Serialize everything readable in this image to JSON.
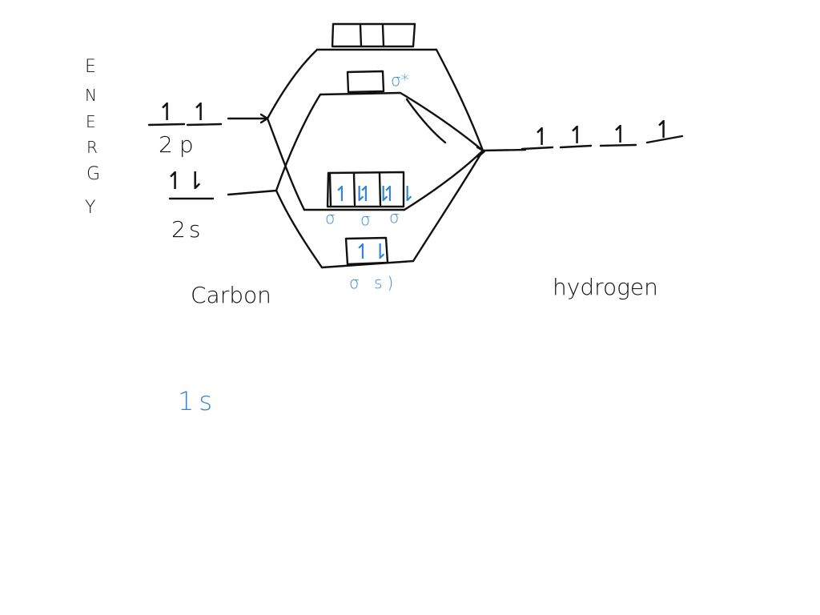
{
  "energy_label": [
    "E",
    "N",
    "E",
    "R",
    "G",
    "Y"
  ],
  "carbon": {
    "label": "Carbon",
    "orbital_2p": {
      "label": "2p",
      "electrons": [
        "↿",
        "↿"
      ]
    },
    "orbital_2s": {
      "label": "2s",
      "electrons": "↿⇂"
    }
  },
  "hydrogen": {
    "label": "hydrogen",
    "electrons": [
      "↿",
      "↿",
      "↿",
      "↿"
    ]
  },
  "molecular_orbitals": {
    "sigma_star_label": "σ*",
    "sigma_p": {
      "electrons": [
        "↿⇂",
        "↿⇂",
        "↿⇂"
      ],
      "labels": [
        "σ",
        "σ",
        "σ"
      ]
    },
    "sigma_s": {
      "electrons": "↿⇂",
      "label": "σ s)"
    }
  },
  "extra_note": "1s",
  "colors": {
    "ink": "#111111",
    "blue": "#2f86d6",
    "background": "#ffffff"
  }
}
